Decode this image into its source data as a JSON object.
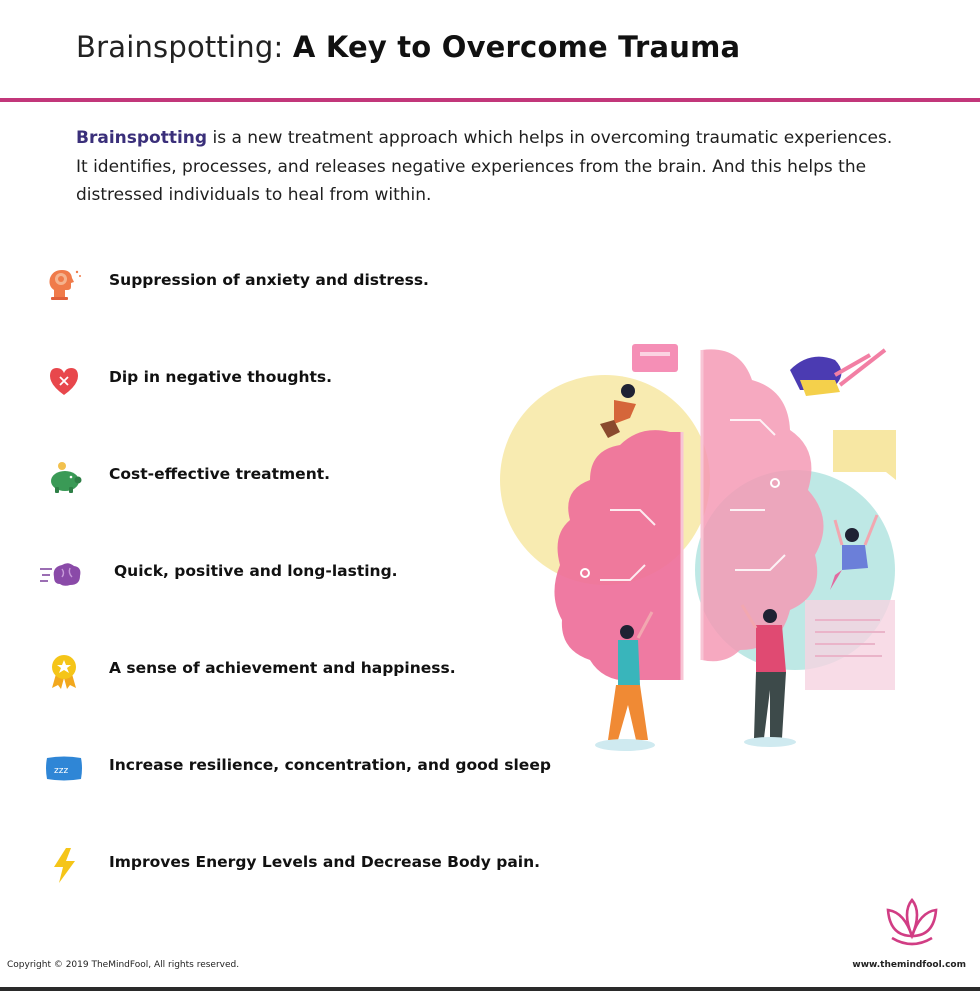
{
  "header": {
    "title_light": "Brainspotting:",
    "title_bold": "A Key to Overcome Trauma"
  },
  "intro": {
    "term": "Brainspotting",
    "text": " is a new treatment approach which helps in overcoming traumatic experiences. It identifies, processes, and releases negative experiences from the brain. And this helps the distressed individuals to heal from within."
  },
  "benefits": [
    {
      "icon": "head-brain-icon",
      "label": "Suppression of anxiety and distress."
    },
    {
      "icon": "broken-heart-icon",
      "label": "Dip in negative thoughts."
    },
    {
      "icon": "piggy-bank-icon",
      "label": "Cost-effective treatment."
    },
    {
      "icon": "fast-brain-icon",
      "label": "Quick, positive and long-lasting."
    },
    {
      "icon": "medal-icon",
      "label": "A sense of achievement and happiness."
    },
    {
      "icon": "sleep-pillow-icon",
      "label": "Increase resilience, concentration, and good sleep"
    },
    {
      "icon": "lightning-icon",
      "label": "Improves Energy Levels and Decrease Body pain."
    }
  ],
  "footer": {
    "copyright": "Copyright © 2019 TheMindFool, All rights reserved.",
    "website": "www.themindfool.com"
  },
  "colors": {
    "accent": "#c2367a",
    "term": "#3a2f7a"
  }
}
